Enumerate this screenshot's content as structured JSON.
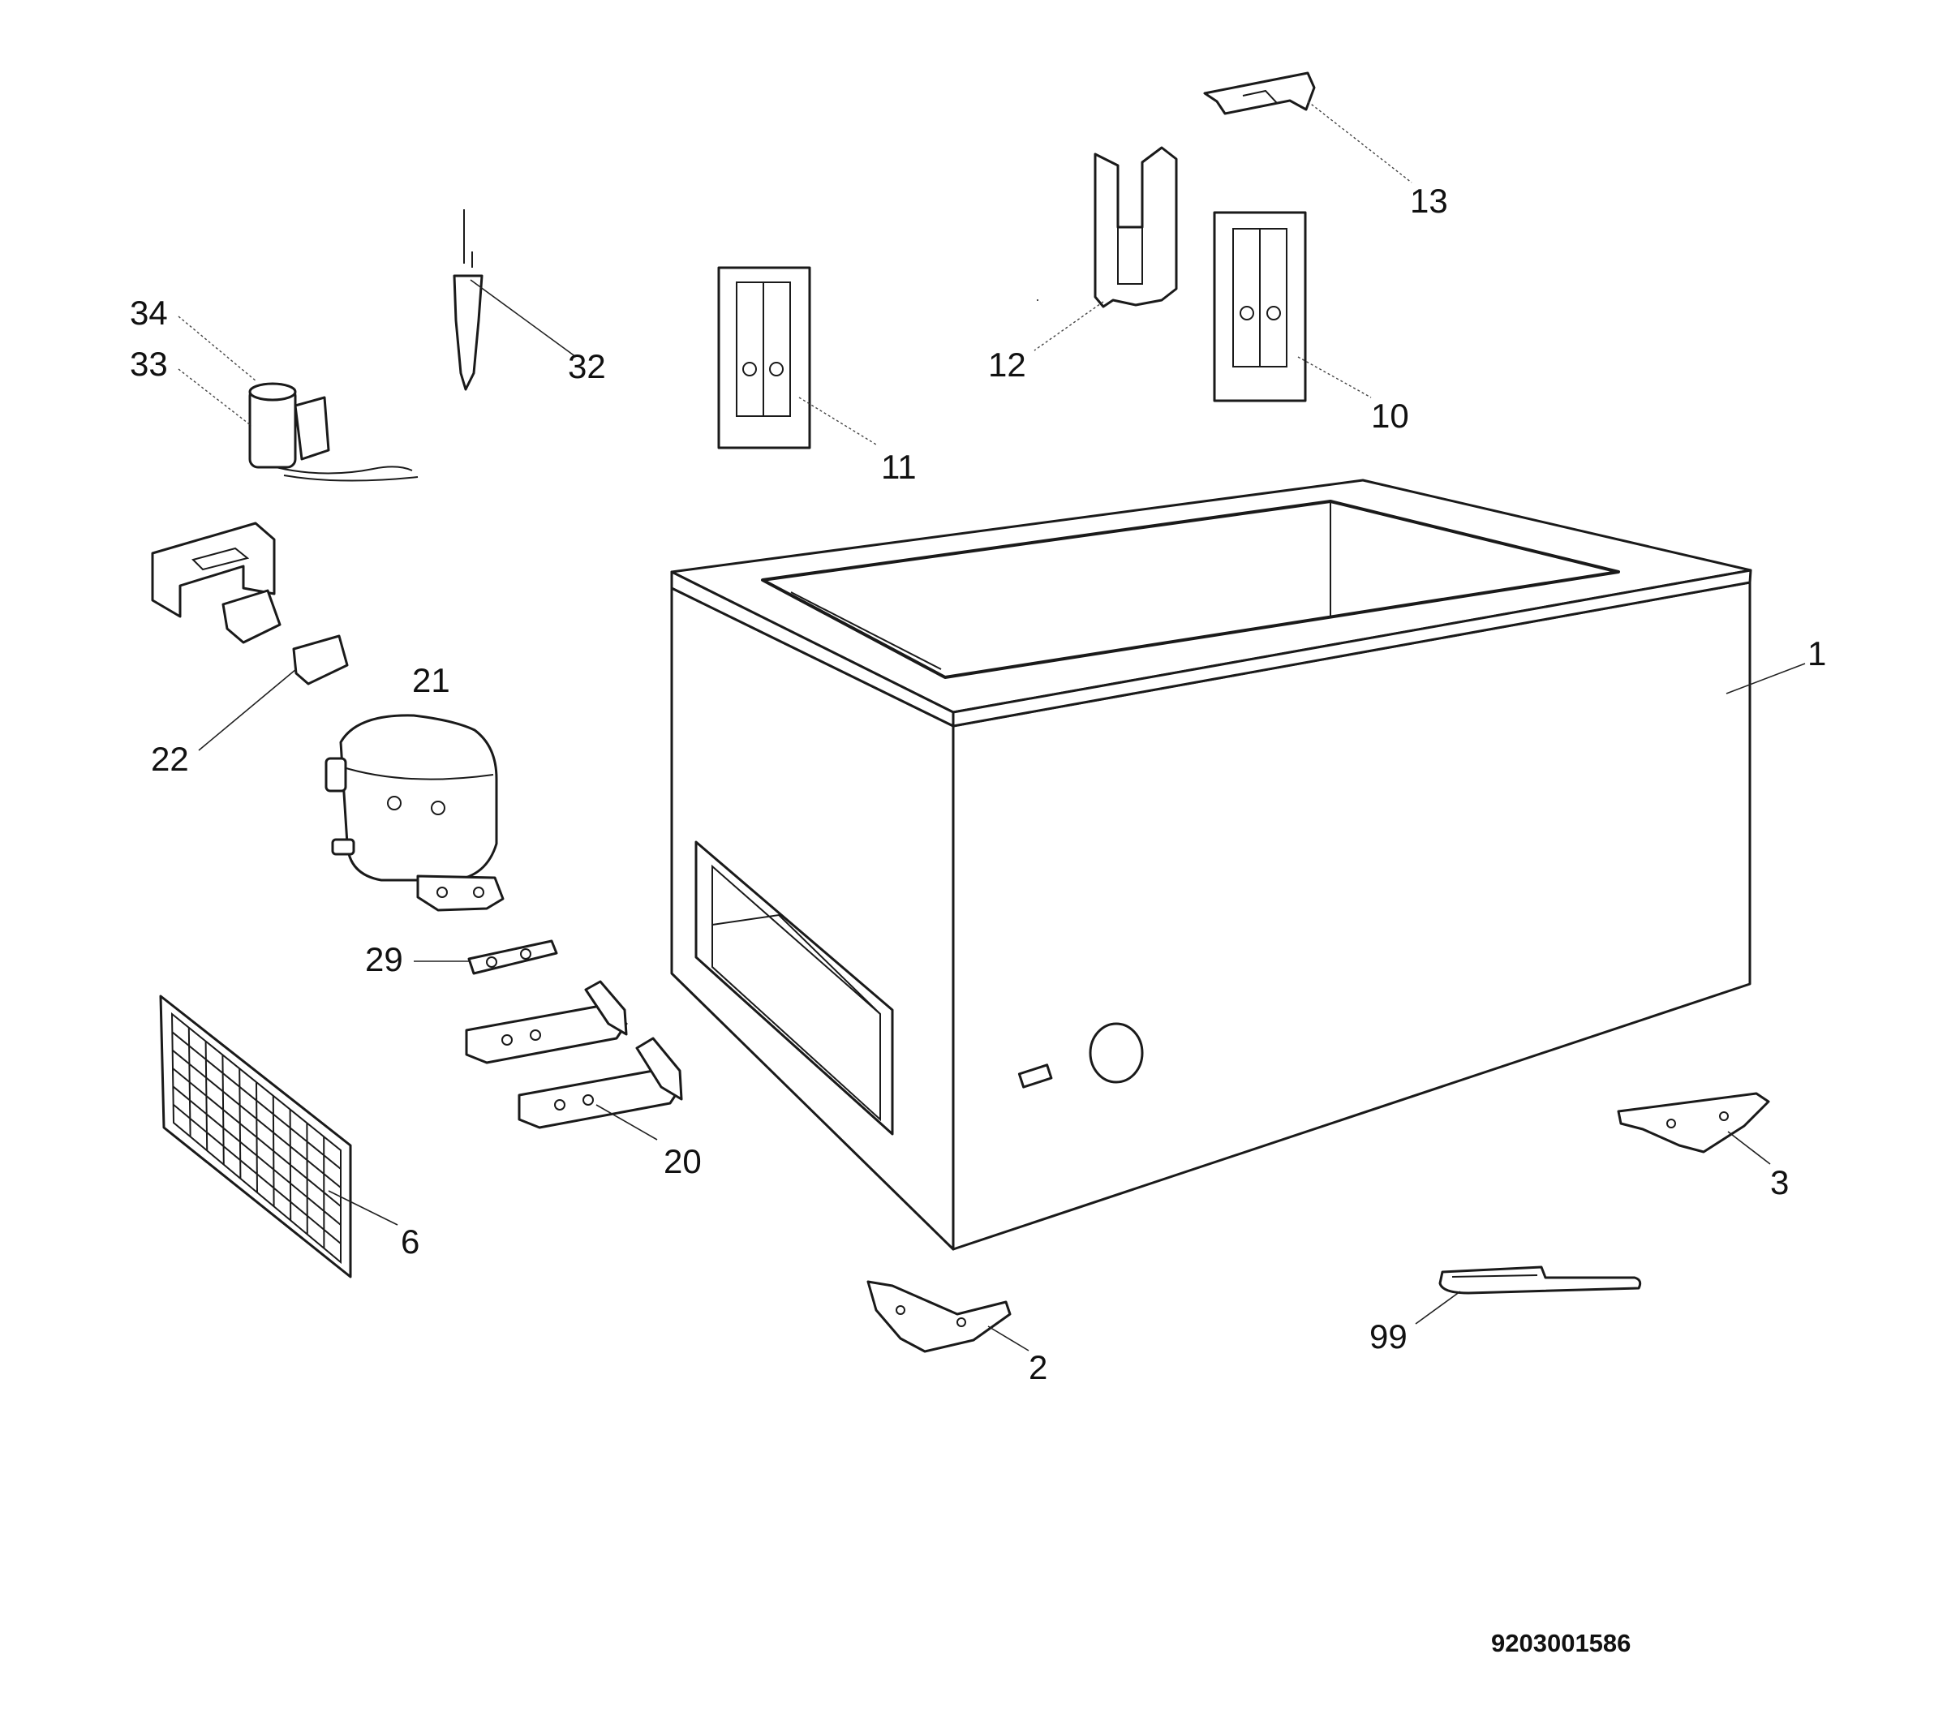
{
  "document_number": "9203001586",
  "callouts": {
    "c1": "1",
    "c2": "2",
    "c3": "3",
    "c6": "6",
    "c10": "10",
    "c11": "11",
    "c12": "12",
    "c13": "13",
    "c20": "20",
    "c21": "21",
    "c22": "22",
    "c29": "29",
    "c32": "32",
    "c33": "33",
    "c34": "34",
    "c99": "99"
  }
}
